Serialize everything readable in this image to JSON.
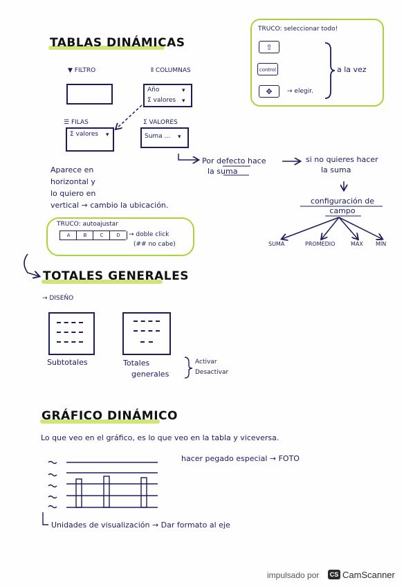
{
  "tablas": {
    "title": "TABLAS DINÁMICAS",
    "filtro_label": "FILTRO",
    "columnas_label": "COLUMNAS",
    "columnas_items": [
      "Año",
      "Σ valores"
    ],
    "filas_label": "FILAS",
    "filas_item": "Σ valores",
    "valores_label": "Σ VALORES",
    "valores_item": "Suma ...",
    "aparece_note": [
      "Aparece en",
      "horizontal y",
      "lo quiero en",
      "vertical → cambio la ubicación."
    ],
    "defecto_note": [
      "Por defecto hace",
      "la suma"
    ],
    "no_quieres_note": [
      "si no quieres hacer",
      "la suma"
    ],
    "configuracion": "configuración de campo",
    "config_options": [
      "SUMA",
      "PROMEDIO",
      "MÁX",
      "MÍN"
    ]
  },
  "truco_top": {
    "title": "TRUCO: seleccionar todo!",
    "keys": [
      "⇧",
      "control",
      "✥"
    ],
    "elegir": "→ elegir.",
    "a_la_vez": "a la vez"
  },
  "truco_auto": {
    "title": "TRUCO: autoajustar",
    "columns": [
      "A",
      "B",
      "C",
      "D"
    ],
    "doble_click": "→ doble click",
    "no_cabe": "(## no cabe)"
  },
  "totales": {
    "title": "TOTALES GENERALES",
    "diseno": "→ DISEÑO",
    "subtotales": "Subtotales",
    "totales_generales": [
      "Totales",
      "generales"
    ],
    "activar": [
      "Activar",
      "Desactivar"
    ]
  },
  "grafico": {
    "title": "GRÁFICO DINÁMICO",
    "sentence": "Lo que veo en el gráfico, es lo que veo en la tabla y viceversa.",
    "pegado": "hacer pegado especial → FOTO",
    "unidades": "Unidades de visualización → Dar formato al eje"
  },
  "footer": {
    "impulsado": "impulsado por",
    "logo": "CS",
    "brand": "CamScanner"
  },
  "colors": {
    "ink": "#1b1b5e",
    "highlight": "#c9e26a",
    "cloud": "#a8d43a"
  }
}
